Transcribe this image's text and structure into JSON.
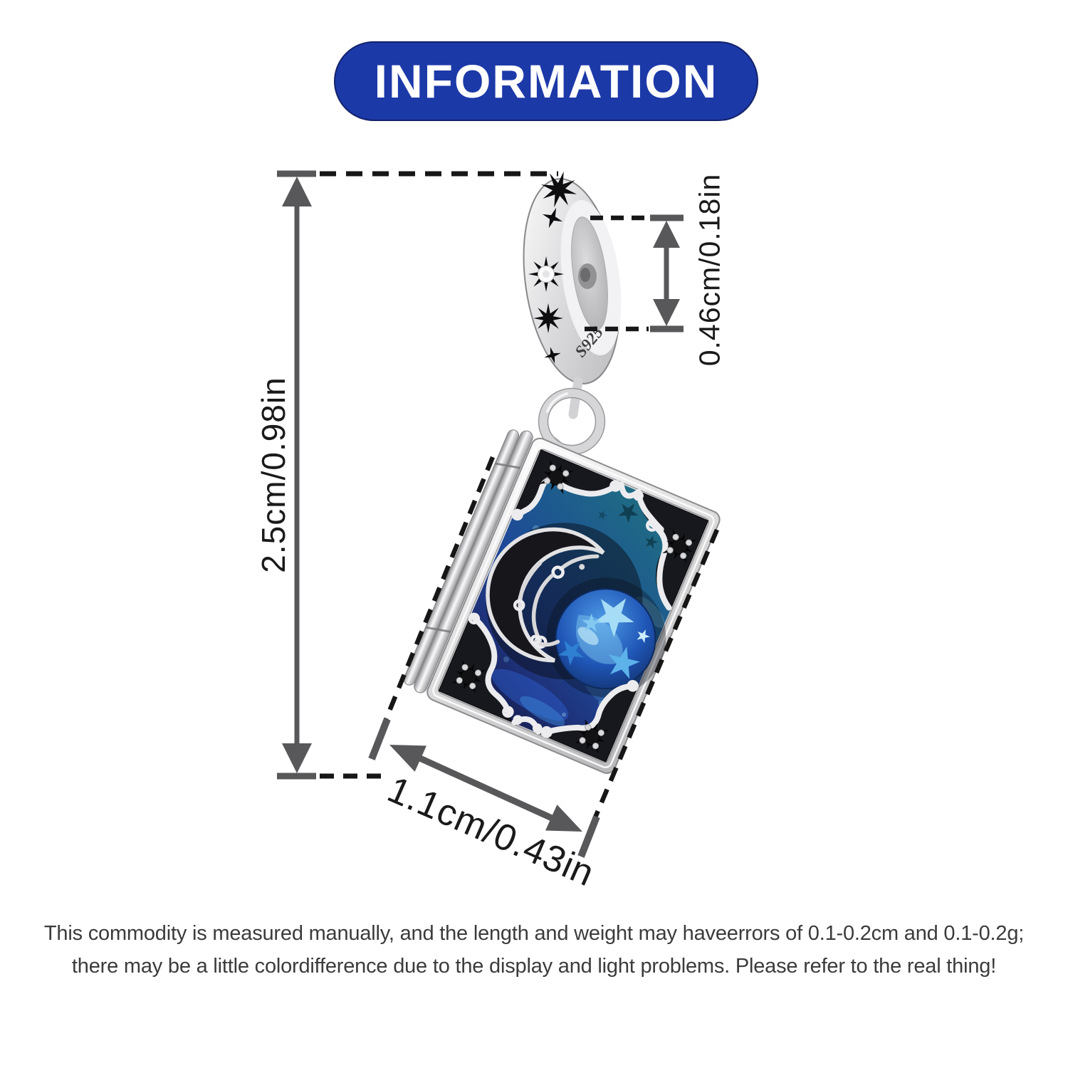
{
  "badge": {
    "label": "INFORMATION",
    "bg_color": "#1c39a8",
    "text_color": "#ffffff"
  },
  "dimensions": {
    "height_label": "2.5cm/0.98in",
    "hole_label": "0.46cm/0.18in",
    "width_label": "1.1cm/0.43in",
    "line_color": "#58585a",
    "dash_color": "#161616",
    "label_color": "#1a1a1a"
  },
  "product": {
    "hallmark": "S925",
    "colors": {
      "silver_light": "#fdfdfd",
      "silver_mid": "#d9d9db",
      "silver_dark": "#b7b7ba",
      "enamel_teal": "#206e82",
      "enamel_blue": "#1e4898",
      "enamel_navy": "#151c4b",
      "planet_blue": "#1f55b5",
      "star_light_blue": "#a6dcf6",
      "gem_black": "#121215",
      "engraving_black": "#0e0e10"
    }
  },
  "disclaimer": {
    "line1": "This commodity is measured manually, and the length and weight may haveerrors of 0.1-0.2cm and 0.1-0.2g;",
    "line2": "there may be a little colordifference due to the display and light problems. Please refer to the real thing!"
  }
}
